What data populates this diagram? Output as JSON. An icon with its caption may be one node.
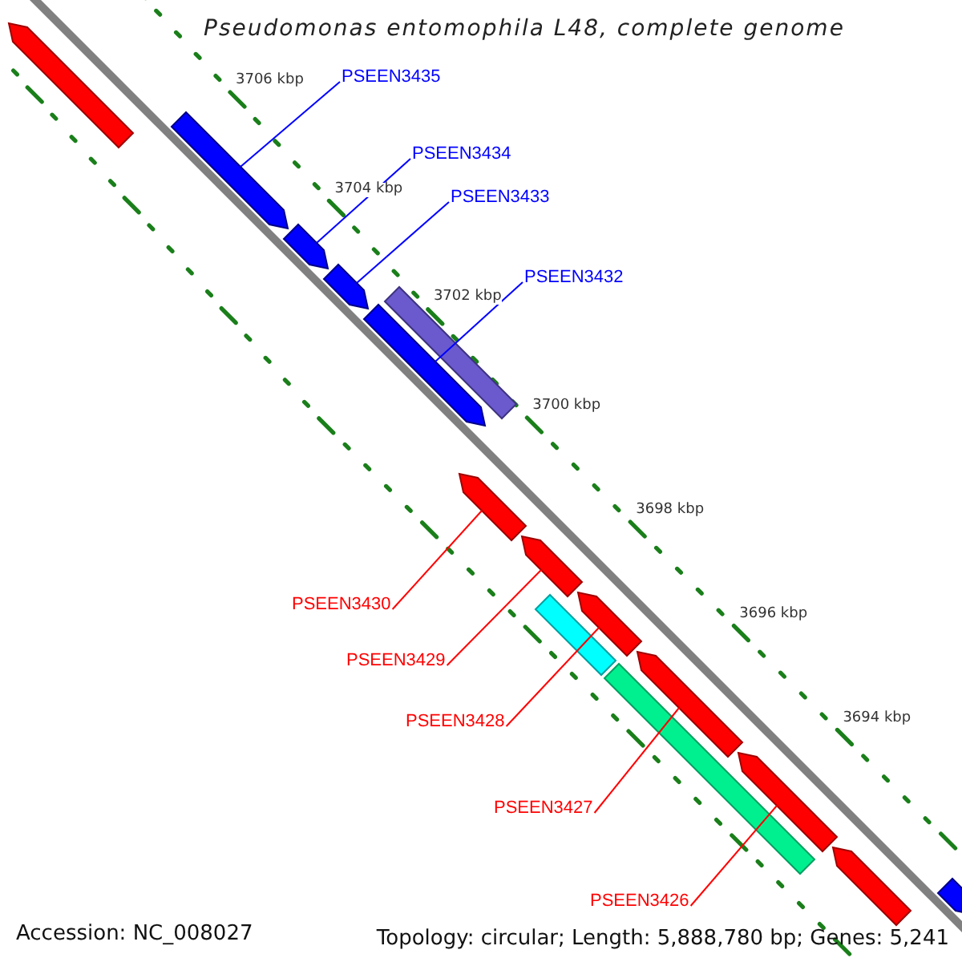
{
  "diagram": {
    "title": "Pseudomonas entomophila L48, complete genome",
    "nodes": [
      {
        "text": [
          "PSEEN3435"
        ]
      },
      {
        "text": [
          "PSEEN3434"
        ]
      },
      {
        "text": [
          "PSEEN3433"
        ]
      },
      {
        "text": [
          "PSEEN3432"
        ]
      },
      {
        "text": [
          "PSEEN3430"
        ]
      },
      {
        "text": [
          "PSEEN3429"
        ]
      },
      {
        "text": [
          "PSEEN3428"
        ]
      },
      {
        "text": [
          "PSEEN3427"
        ]
      },
      {
        "text": [
          "PSEEN3426"
        ]
      },
      {
        "text": [],
        "shape": "arrow"
      },
      {
        "text": [],
        "shape": "arrow"
      },
      {
        "text": [],
        "shape": "arrow"
      },
      {
        "text": [],
        "shape": "arrow"
      },
      {
        "text": [],
        "shape": "bar"
      },
      {
        "text": [],
        "shape": "arrow"
      },
      {
        "text": [],
        "shape": "arrow"
      },
      {
        "text": [],
        "shape": "arrow"
      },
      {
        "text": [],
        "shape": "arrow"
      },
      {
        "text": [],
        "shape": "bar"
      },
      {
        "text": [],
        "shape": "arrow"
      },
      {
        "text": [],
        "shape": "bar"
      },
      {
        "text": [],
        "shape": "arrow"
      },
      {
        "text": [],
        "shape": "arrow"
      },
      {
        "text": [],
        "shape": "arrow"
      }
    ],
    "edges": [
      {
        "from": 0,
        "to": 10,
        "arrow": "none",
        "color": "#0000ff"
      },
      {
        "from": 1,
        "to": 11,
        "arrow": "none",
        "color": "#0000ff"
      },
      {
        "from": 2,
        "to": 12,
        "arrow": "none",
        "color": "#0000ff"
      },
      {
        "from": 3,
        "to": 14,
        "arrow": "none",
        "color": "#0000ff"
      },
      {
        "from": 4,
        "to": 15,
        "arrow": "none",
        "color": "#ff0000"
      },
      {
        "from": 5,
        "to": 16,
        "arrow": "none",
        "color": "#ff0000"
      },
      {
        "from": 6,
        "to": 17,
        "arrow": "none",
        "color": "#ff0000"
      },
      {
        "from": 7,
        "to": 19,
        "arrow": "none",
        "color": "#ff0000"
      },
      {
        "from": 8,
        "to": 21,
        "arrow": "none",
        "color": "#ff0000"
      }
    ],
    "labels": [
      "3706 kbp",
      "3704 kbp",
      "3702 kbp",
      "3700 kbp",
      "3698 kbp",
      "3696 kbp",
      "3694 kbp",
      "Accession: NC_008027",
      "Topology: circular; Length: 5,888,780 bp; Genes: 5,241"
    ]
  }
}
